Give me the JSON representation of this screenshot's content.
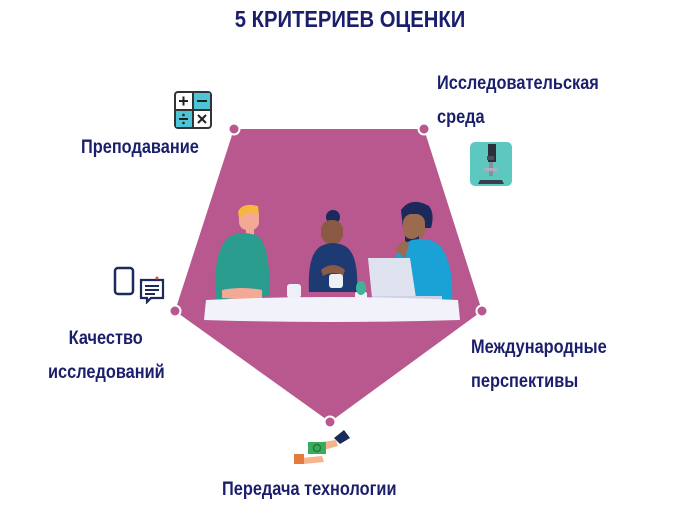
{
  "title": "5 КРИТЕРИЕВ ОЦЕНКИ",
  "colors": {
    "pentagon_fill": "#b8588e",
    "text": "#1b1f6b",
    "icon_teal": "#5cc8c0",
    "icon_cyan": "#4cc6d6"
  },
  "criteria": [
    {
      "id": "teaching",
      "lines": [
        "Преподавание"
      ],
      "icon": "calculator-icon"
    },
    {
      "id": "research-environment",
      "lines": [
        "Исследовательская",
        "среда"
      ],
      "icon": "microscope-icon"
    },
    {
      "id": "international-outlook",
      "lines": [
        "Международные",
        "перспективы"
      ],
      "icon": null
    },
    {
      "id": "technology-transfer",
      "lines": [
        "Передача технологии"
      ],
      "icon": "money-handover-icon"
    },
    {
      "id": "research-quality",
      "lines": [
        "Качество",
        "исследований"
      ],
      "icon": "document-chat-icon"
    }
  ],
  "illustration": "team-meeting-illustration"
}
